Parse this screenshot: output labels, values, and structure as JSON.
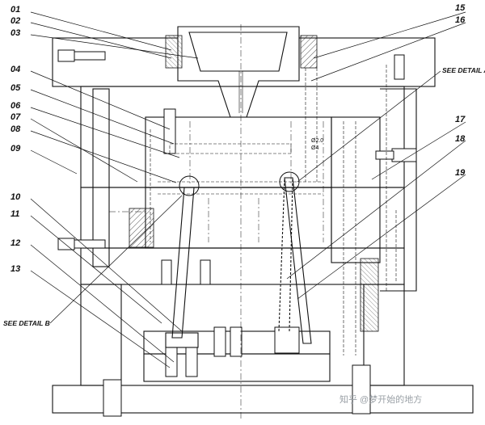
{
  "callouts": {
    "c01": "01",
    "c02": "02",
    "c03": "03",
    "c04": "04",
    "c05": "05",
    "c06": "06",
    "c07": "07",
    "c08": "08",
    "c09": "09",
    "c10": "10",
    "c11": "11",
    "c12": "12",
    "c13": "13",
    "c15": "15",
    "c16": "16",
    "c17": "17",
    "c18": "18",
    "c19": "19"
  },
  "detail_labels": {
    "detail_a": "SEE DETAIL A",
    "detail_b": "SEE DETAIL B"
  },
  "dimensions": {
    "d1": "Ø2.0",
    "d2": "Ø4"
  },
  "watermark": "知乎 @梦开始的地方"
}
